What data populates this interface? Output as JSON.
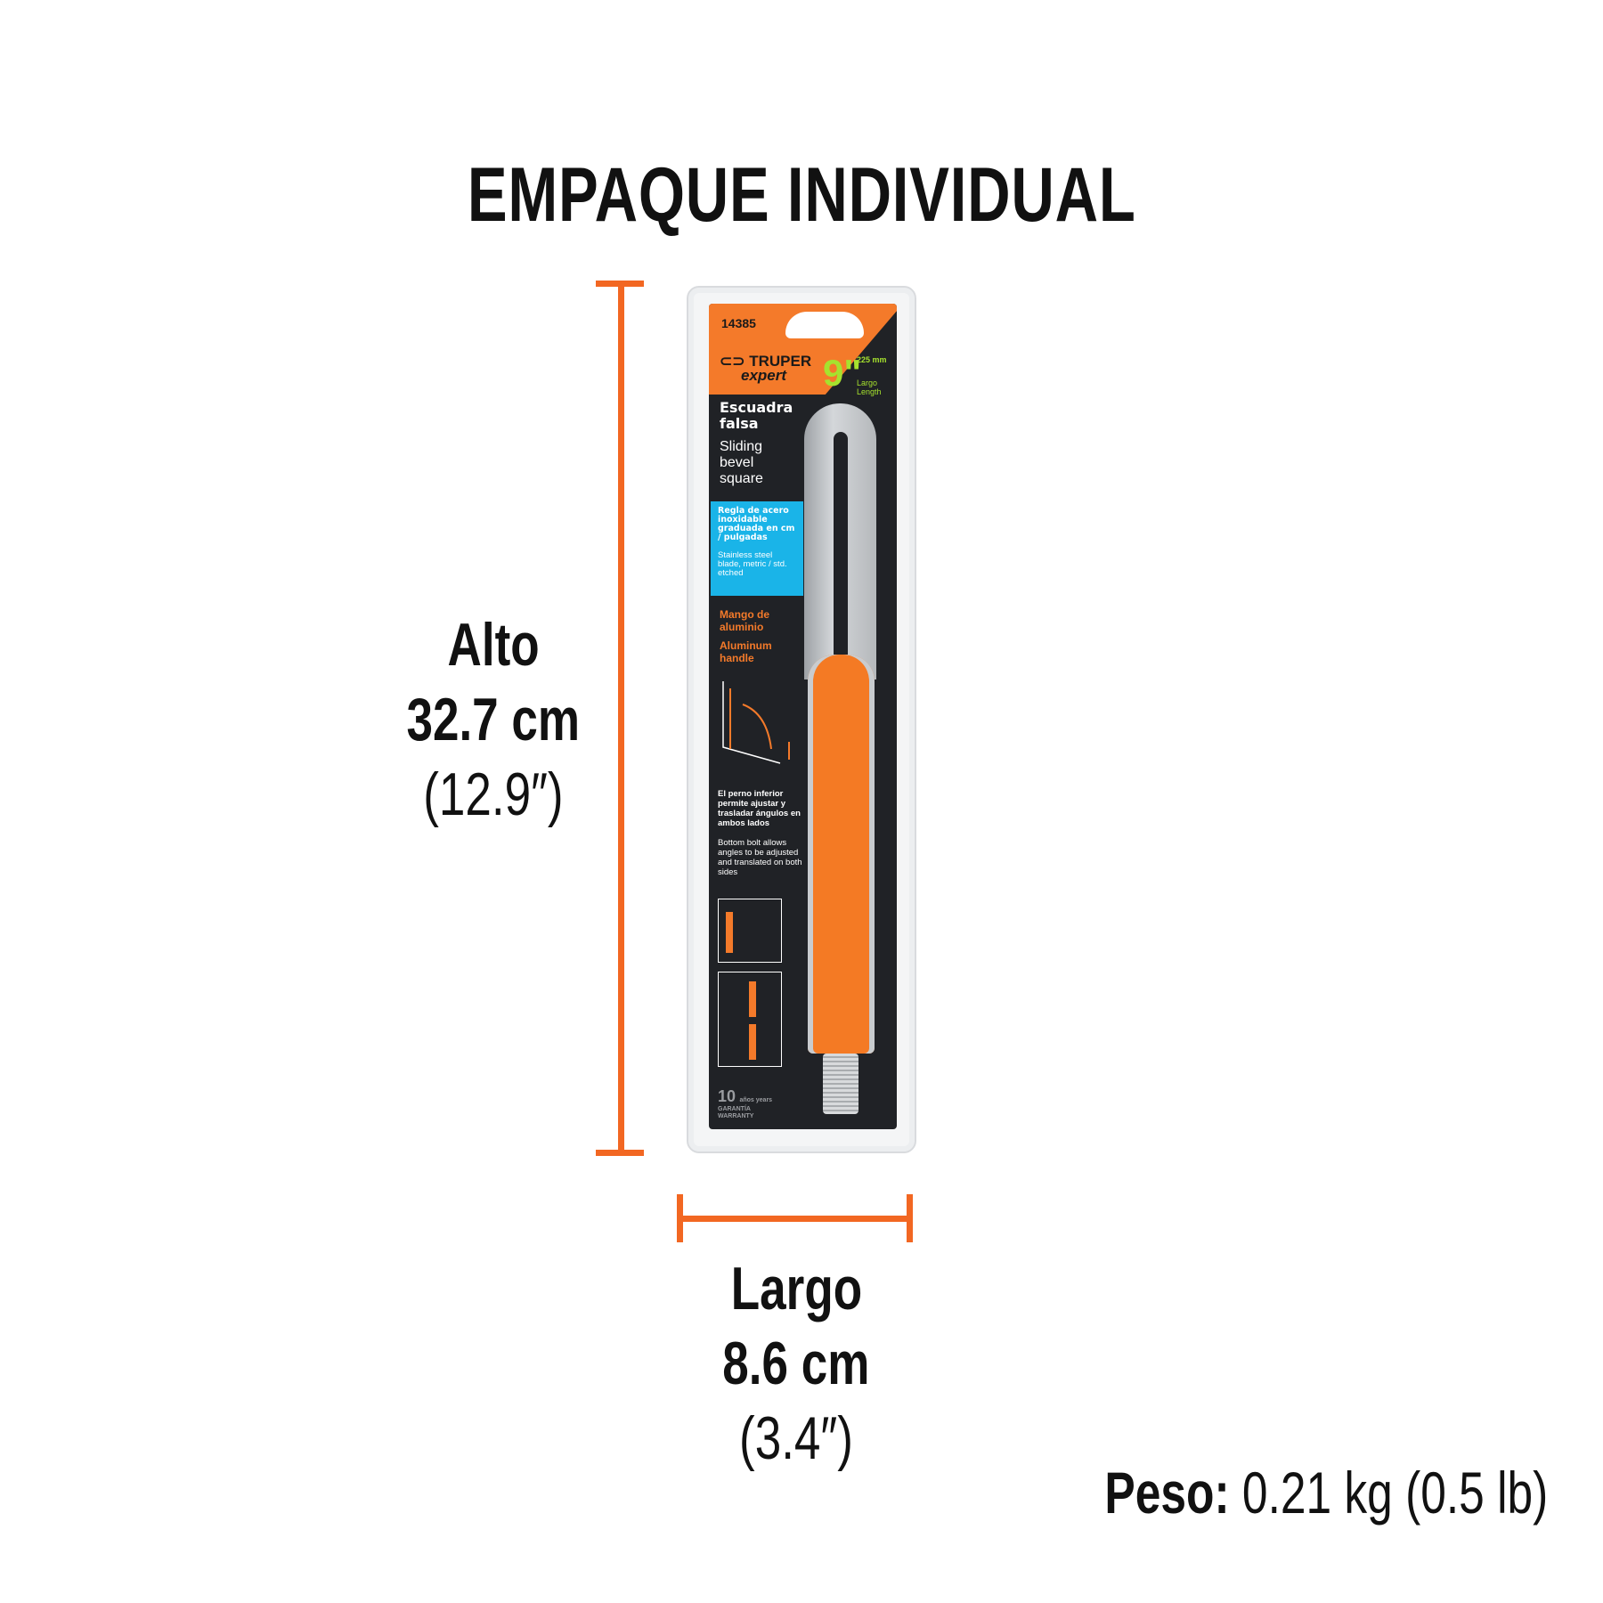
{
  "title": "EMPAQUE INDIVIDUAL",
  "height": {
    "label": "Alto",
    "metric": "32.7 cm",
    "imperial": "(12.9″)"
  },
  "length": {
    "label": "Largo",
    "metric": "8.6 cm",
    "imperial": "(3.4″)"
  },
  "weight": {
    "label": "Peso:",
    "value": "0.21 kg (0.5 lb)"
  },
  "accent_color": "#f26722",
  "package": {
    "code": "14385",
    "brand": "TRUPER",
    "sub_brand": "expert",
    "size_mm": "225 mm",
    "size_in": "9\"",
    "size_caption_es": "Largo",
    "size_caption_en": "Length",
    "name_es": "Escuadra falsa",
    "name_en": "Sliding bevel square",
    "blade_es": "Regla de acero inoxidable graduada en cm / pulgadas",
    "blade_en": "Stainless steel blade, metric / std. etched",
    "handle_es": "Mango de aluminio",
    "handle_en": "Aluminum handle",
    "bolt_es": "El perno inferior permite ajustar y trasladar ángulos en ambos lados",
    "bolt_en": "Bottom bolt allows angles to be adjusted and translated on both sides",
    "warranty_years": "10",
    "warranty_years_label": "años years",
    "warranty_label": "GARANTÍA WARRANTY"
  }
}
